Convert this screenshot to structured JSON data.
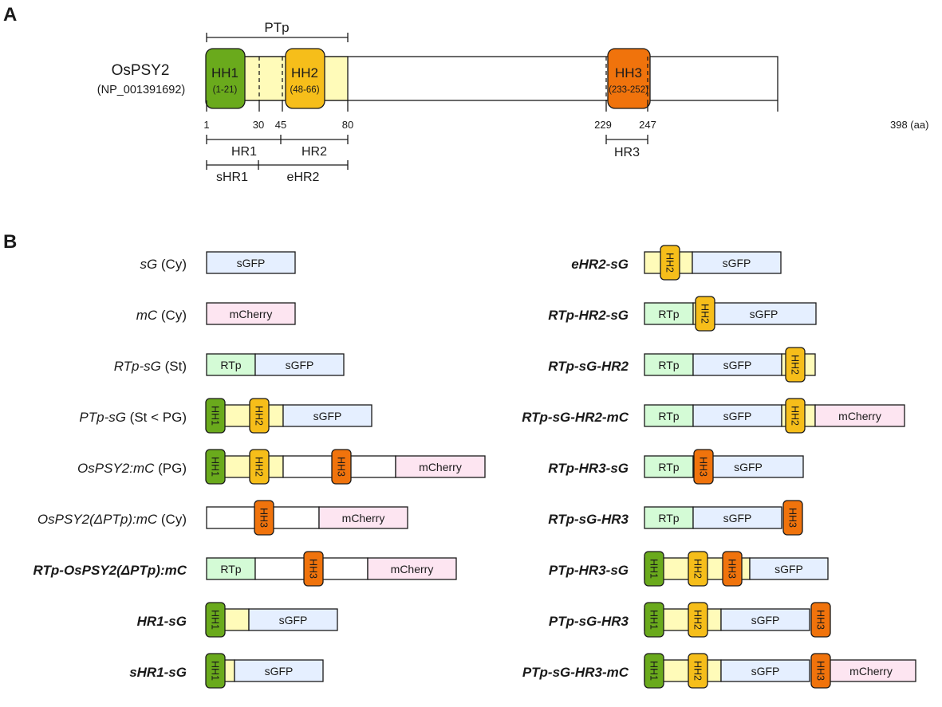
{
  "panels": {
    "a": "A",
    "b": "B"
  },
  "protein": {
    "name": "OsPSY2",
    "accession": "(NP_001391692)",
    "ptp": "PTp",
    "unit": "398 (aa)",
    "hh": [
      {
        "name": "HH1",
        "range": "(1-21)"
      },
      {
        "name": "HH2",
        "range": "(48-66)"
      },
      {
        "name": "HH3",
        "range": "(233-252)"
      }
    ],
    "ticks": [
      "1",
      "30",
      "45",
      "80",
      "229",
      "247"
    ],
    "regions": [
      "HR1",
      "HR2",
      "HR3",
      "sHR1",
      "eHR2"
    ]
  },
  "constructs_left": [
    {
      "italic": "sG",
      "normal": " (Cy)",
      "bold": false
    },
    {
      "italic": "mC",
      "normal": " (Cy)",
      "bold": false
    },
    {
      "italic": "RTp-sG",
      "normal": " (St)",
      "bold": false
    },
    {
      "italic": "PTp-sG",
      "normal": " (St < PG)",
      "bold": false
    },
    {
      "italic": "OsPSY2:mC",
      "normal": " (PG)",
      "bold": false
    },
    {
      "italic": "OsPSY2(ΔPTp):mC",
      "normal": " (Cy)",
      "bold": false
    },
    {
      "italic": "RTp-OsPSY2(ΔPTp):mC",
      "normal": "",
      "bold": true
    },
    {
      "italic": "HR1-sG",
      "normal": "",
      "bold": true
    },
    {
      "italic": "sHR1-sG",
      "normal": "",
      "bold": true
    }
  ],
  "constructs_right": [
    {
      "italic": "eHR2-sG",
      "normal": "",
      "bold": true
    },
    {
      "italic": "RTp-HR2-sG",
      "normal": "",
      "bold": true
    },
    {
      "italic": "RTp-sG-HR2",
      "normal": "",
      "bold": true
    },
    {
      "italic": "RTp-sG-HR2-mC",
      "normal": "",
      "bold": true
    },
    {
      "italic": "RTp-HR3-sG",
      "normal": "",
      "bold": true
    },
    {
      "italic": "RTp-sG-HR3",
      "normal": "",
      "bold": true
    },
    {
      "italic": "PTp-HR3-sG",
      "normal": "",
      "bold": true
    },
    {
      "italic": "PTp-sG-HR3",
      "normal": "",
      "bold": true
    },
    {
      "italic": "PTp-sG-HR3-mC",
      "normal": "",
      "bold": true
    }
  ],
  "labels": {
    "sgfp": "sGFP",
    "mcherry": "mCherry",
    "rtp": "RTp",
    "hh1": "HH1",
    "hh2": "HH2",
    "hh3": "HH3"
  },
  "colors": {
    "hh1": "#6aaa1c",
    "hh2": "#f6be1a",
    "hh3": "#f0730c",
    "ptp_fill": "#fffbb9",
    "sgfp": "#e5efff",
    "mcherry": "#fde5f1",
    "rtp": "#d4fbd6",
    "white": "#ffffff"
  }
}
